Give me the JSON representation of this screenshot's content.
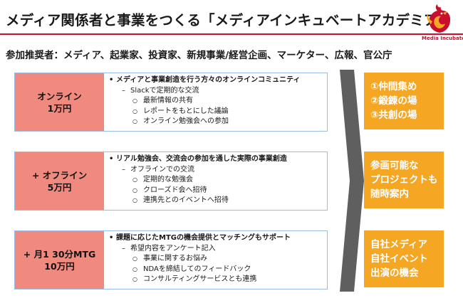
{
  "header": {
    "title": "メディア関係者と事業をつくる「メディアインキュベートアカデミア」",
    "logo_text": "Media Incubate",
    "logo_icon": "rooster-icon"
  },
  "audience": "参加推奨者：メディア、起業家、投資家、新規事業/経営企画、マーケター、広報、官公庁",
  "plans": [
    {
      "name": "オンライン",
      "price": "1万円",
      "items": [
        {
          "level": 1,
          "text": "メディアと事業創造を行う方々のオンラインコミュニティ"
        },
        {
          "level": 2,
          "text": "Slackで定期的な交流"
        },
        {
          "level": 3,
          "text": "最新情報の共有"
        },
        {
          "level": 3,
          "text": "レポートをもとにした議論"
        },
        {
          "level": 3,
          "text": "オンライン勉強会への参加"
        }
      ]
    },
    {
      "name": "+ オフライン",
      "price": "5万円",
      "items": [
        {
          "level": 1,
          "text": "リアル勉強会、交流会の参加を通した実際の事業創造"
        },
        {
          "level": 2,
          "text": "オフラインでの交流"
        },
        {
          "level": 3,
          "text": "定期的な勉強会"
        },
        {
          "level": 3,
          "text": "クローズド会へ招待"
        },
        {
          "level": 3,
          "text": "連携先とのイベントへ招待"
        }
      ]
    },
    {
      "name": "+ 月1 30分MTG",
      "price": "10万円",
      "items": [
        {
          "level": 1,
          "text": "課題に応じたMTGの機会提供とマッチングもサポート"
        },
        {
          "level": 2,
          "text": "希望内容をアンケート記入"
        },
        {
          "level": 3,
          "text": "事業に関するお悩み"
        },
        {
          "level": 3,
          "text": "NDAを締結してのフィードバック"
        },
        {
          "level": 3,
          "text": "コンサルティングサービスとも連携"
        }
      ]
    }
  ],
  "benefits": [
    {
      "lines": [
        "①仲間集め",
        "②鍛錬の場",
        "③共創の場"
      ]
    },
    {
      "lines": [
        "参画可能な",
        "プロジェクトも",
        "随時案内"
      ]
    },
    {
      "lines": [
        "自社メディア",
        "自社イベント",
        "出演の機会"
      ]
    }
  ],
  "colors": {
    "accent_red": "#c8102e",
    "plan_fill": "#f08a7e",
    "benefit_fill": "#f5a623",
    "row_border": "#9dbde0",
    "chevron": "#5f5f5f"
  }
}
